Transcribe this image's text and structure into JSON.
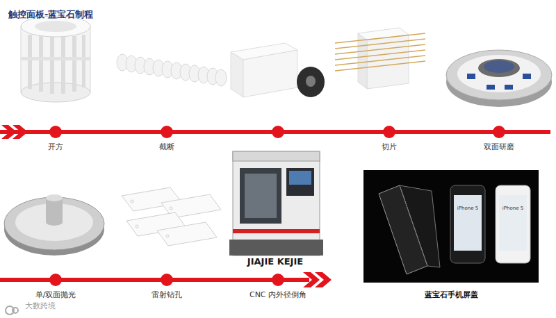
{
  "diagram": {
    "title": "触控面板-蓝宝石制程",
    "nodes": [
      {
        "text": [
          "开方"
        ]
      },
      {
        "text": [
          "截断"
        ]
      },
      {
        "text": [
          "切片"
        ]
      },
      {
        "text": [
          "双面研磨"
        ]
      },
      {
        "text": [
          "单/双面抛光"
        ]
      },
      {
        "text": [
          "雷射钻孔"
        ]
      },
      {
        "text": [
          "CNC 内外径倒角"
        ]
      },
      {
        "text": [
          "蓝宝石手机屏盖"
        ]
      }
    ],
    "edges": [
      {
        "from": 0,
        "to": 1,
        "arrow": "none"
      },
      {
        "from": 1,
        "to": 2,
        "arrow": "none"
      },
      {
        "from": 2,
        "to": 3,
        "arrow": "none"
      },
      {
        "from": 4,
        "to": 5,
        "arrow": "none"
      },
      {
        "from": 5,
        "to": 6,
        "arrow": "none"
      }
    ],
    "labels": [
      "JIAJIE KEJIE",
      "iPhone 5",
      "iPhone 5",
      "大数跨境"
    ]
  }
}
